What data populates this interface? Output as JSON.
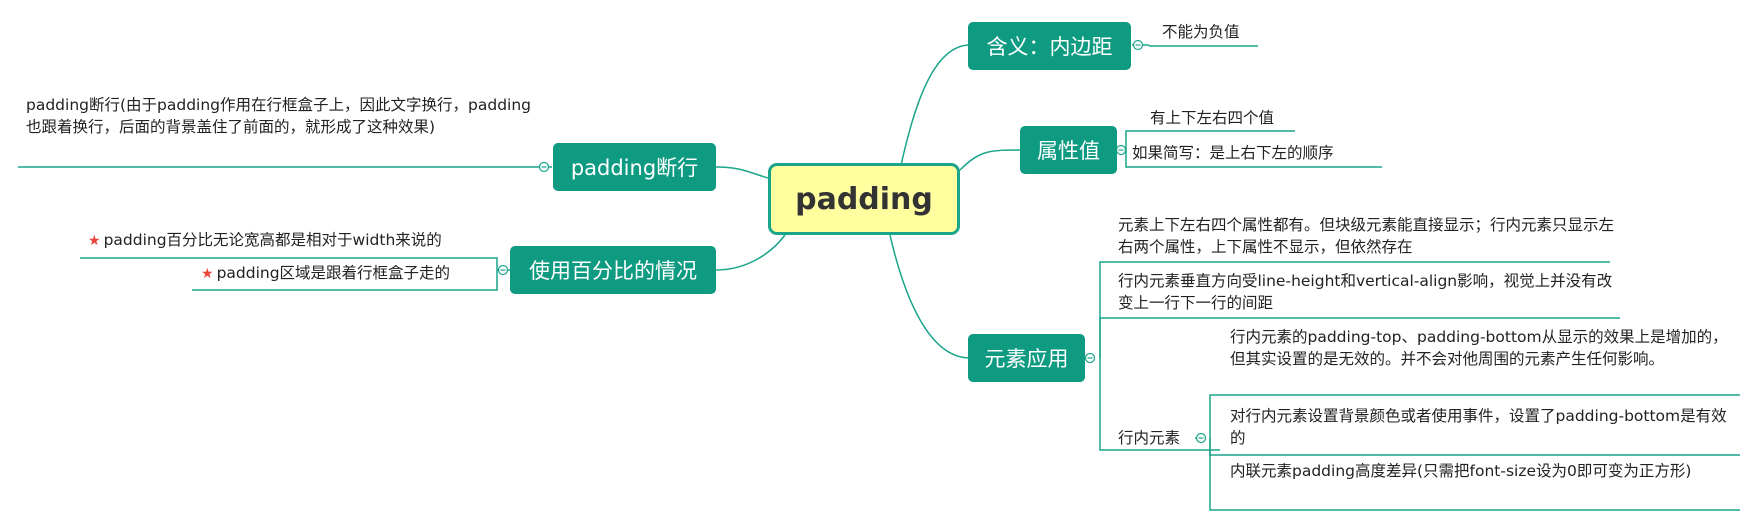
{
  "root": {
    "label": "padding"
  },
  "branches": {
    "meaning": {
      "label": "含义：内边距",
      "leaves": [
        "不能为负值"
      ]
    },
    "property": {
      "label": "属性值",
      "leaves": [
        "有上下左右四个值",
        "如果简写：是上右下左的顺序"
      ]
    },
    "element": {
      "label": "元素应用",
      "leaf1": "元素上下左右四个属性都有。但块级元素能直接显示；行内元素只显示左右两个属性，上下属性不显示，但依然存在",
      "leaf2": "行内元素垂直方向受line-height和vertical-align影响，视觉上并没有改变上一行下一行的间距",
      "inline": {
        "label": "行内元素",
        "leaves": [
          "行内元素的padding-top、padding-bottom从显示的效果上是增加的，但其实设置的是无效的。并不会对他周围的元素产生任何影响。",
          "对行内元素设置背景颜色或者使用事件，设置了padding-bottom是有效的",
          "内联元素padding高度差异(只需把font-size设为0即可变为正方形)"
        ]
      }
    },
    "linebreak": {
      "label": "padding断行",
      "leaves": [
        "padding断行(由于padding作用在行框盒子上，因此文字换行，padding也跟着换行，后面的背景盖住了前面的，就形成了这种效果)"
      ]
    },
    "percent": {
      "label": "使用百分比的情况",
      "leaves": [
        "padding百分比无论宽高都是相对于width来说的",
        "padding区域是跟着行框盒子走的"
      ]
    }
  },
  "icons": {
    "star": "★",
    "collapse": "circle-minus-icon"
  },
  "colors": {
    "branch": "#0f9b82",
    "line": "#1aa58b",
    "root_fill": "#ffffa0",
    "star": "#e8453c"
  }
}
